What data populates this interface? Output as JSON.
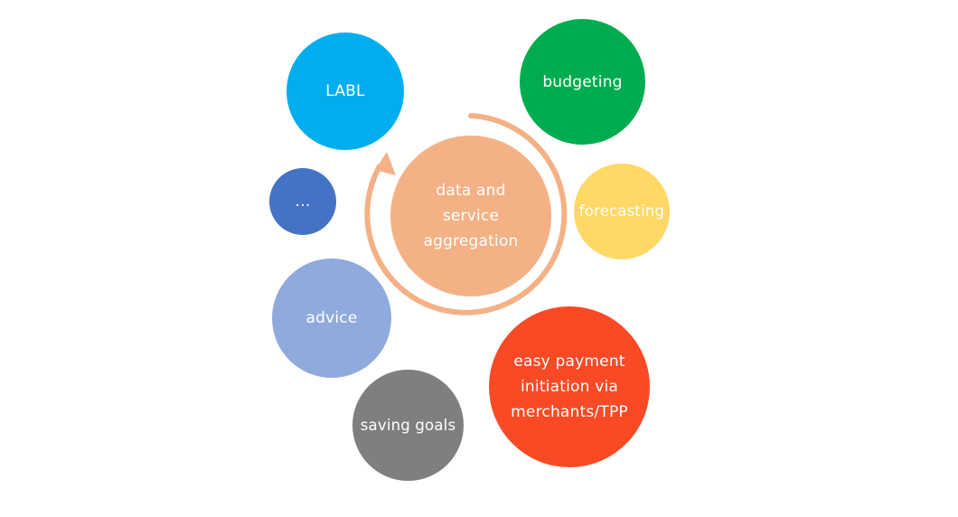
{
  "colors": {
    "center": "#F3B185",
    "arc": "#F3B185",
    "labl": "#00AEEF",
    "budgeting": "#00AC4F",
    "dots": "#4472C4",
    "forecasting": "#FFD866",
    "advice": "#8FAADC",
    "payment": "#F94A25",
    "saving": "#7F7F7F"
  },
  "center": {
    "lines": [
      "data and",
      "service",
      "aggregation"
    ]
  },
  "nodes": {
    "labl": {
      "label": "LABL"
    },
    "budgeting": {
      "label": "budgeting"
    },
    "dots": {
      "label": "…"
    },
    "forecasting": {
      "label": "forecasting"
    },
    "advice": {
      "label": "advice"
    },
    "payment": {
      "lines": [
        "easy payment",
        "initiation via",
        "merchants/TPP"
      ]
    },
    "saving": {
      "label": "saving goals"
    }
  },
  "arc_icon": "circular-arrow-icon"
}
